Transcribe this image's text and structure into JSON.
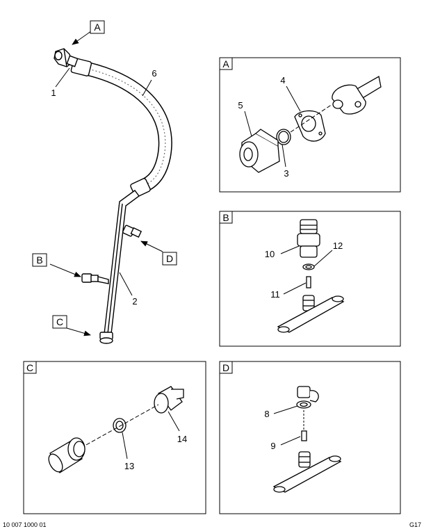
{
  "callouts": {
    "main_a": "A",
    "main_b": "B",
    "main_c": "C",
    "main_d": "D",
    "panel_a": "A",
    "panel_b": "B",
    "panel_c": "C",
    "panel_d": "D"
  },
  "parts": {
    "p1": "1",
    "p2": "2",
    "p3": "3",
    "p4": "4",
    "p5": "5",
    "p6": "6",
    "p8": "8",
    "p9": "9",
    "p10": "10",
    "p11": "11",
    "p12": "12",
    "p13": "13",
    "p14": "14"
  },
  "footer": {
    "left": "10 007 1000 01",
    "right": "G17"
  }
}
